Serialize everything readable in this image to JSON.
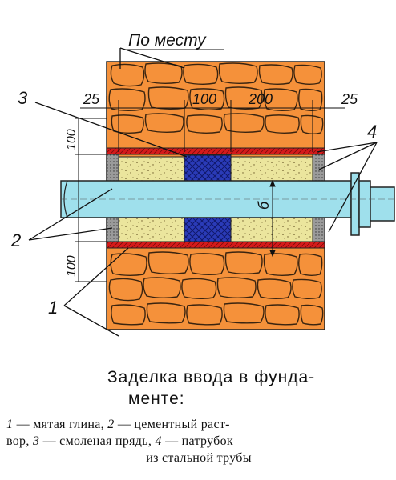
{
  "diagram": {
    "label_in_place": "По месту",
    "label_3": "3",
    "label_4": "4",
    "label_2": "2",
    "label_1": "1",
    "dim_left": "25",
    "dim_right": "25",
    "dim_100": "100",
    "dim_200": "200",
    "dim_top_100": "100",
    "dim_bottom_100": "100",
    "dim_b": "б",
    "colors": {
      "brick": "#f5913a",
      "pipe": "#9fe0ec",
      "tarred_strand": "#2a3bb8",
      "mortar": "#e9e39a",
      "clay": "#d51a1a",
      "sleeve_end": "#8f8f8f"
    }
  },
  "caption": {
    "title_line1": "Заделка ввода в фунда-",
    "title_line2": "менте:",
    "legend_n1": "1",
    "legend_t1": " — мятая глина, ",
    "legend_n2": "2",
    "legend_t2": " — цементный раст-",
    "legend_t3": "вор, ",
    "legend_n3": "3",
    "legend_t4": " — смоленая прядь, ",
    "legend_n4": "4",
    "legend_t5": " — патрубок",
    "legend_t6": "из стальной трубы"
  }
}
